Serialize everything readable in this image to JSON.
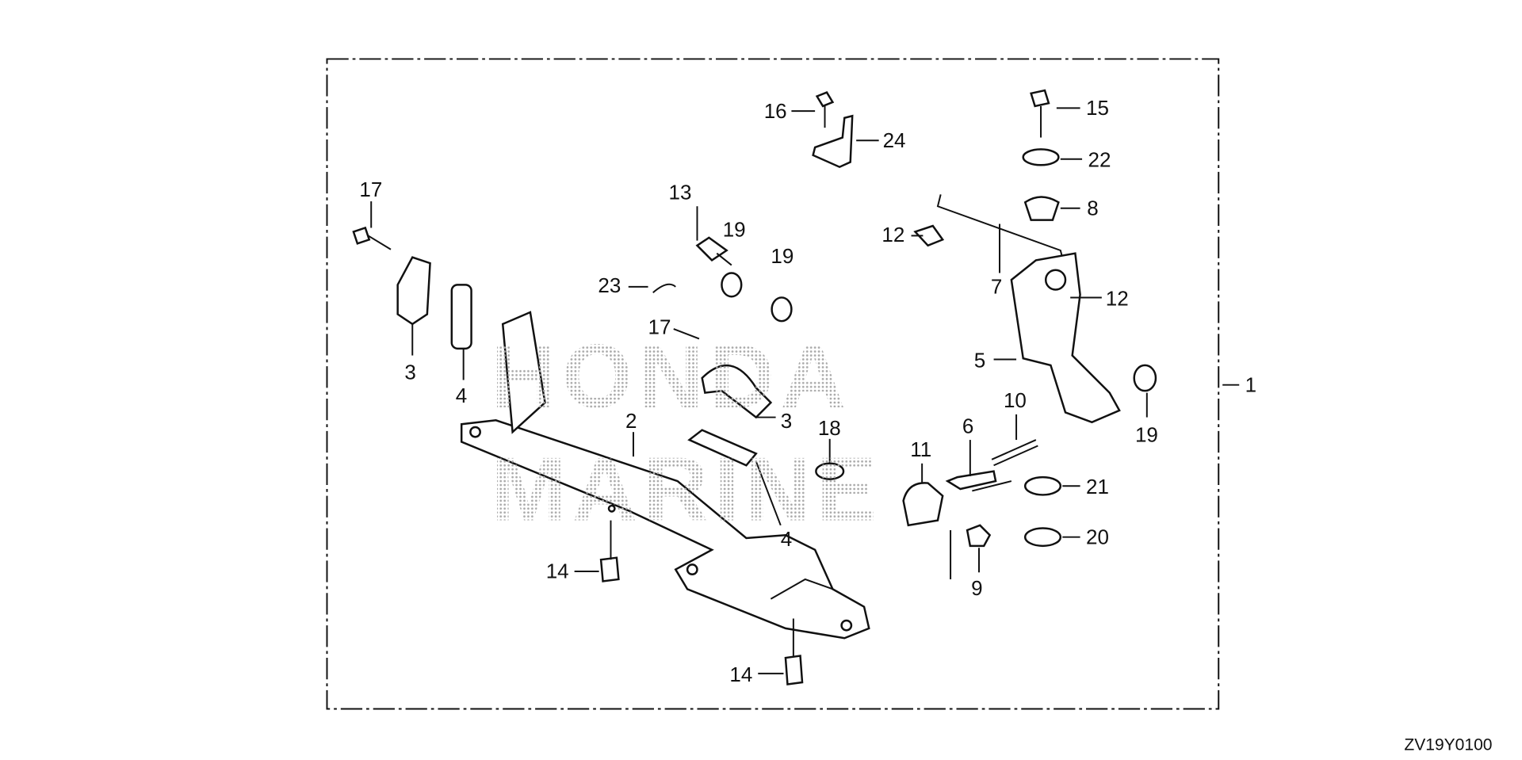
{
  "diagram_code": "ZV19Y0100",
  "watermark": [
    "HONDA",
    "MARINE"
  ],
  "callouts": [
    "1",
    "2",
    "3",
    "3",
    "4",
    "4",
    "5",
    "6",
    "7",
    "8",
    "9",
    "10",
    "11",
    "12",
    "12",
    "13",
    "14",
    "14",
    "15",
    "16",
    "17",
    "17",
    "18",
    "19",
    "19",
    "19",
    "20",
    "21",
    "22",
    "23",
    "24"
  ],
  "colors": {
    "line": "#111111",
    "watermark": "#b0b0b0"
  }
}
